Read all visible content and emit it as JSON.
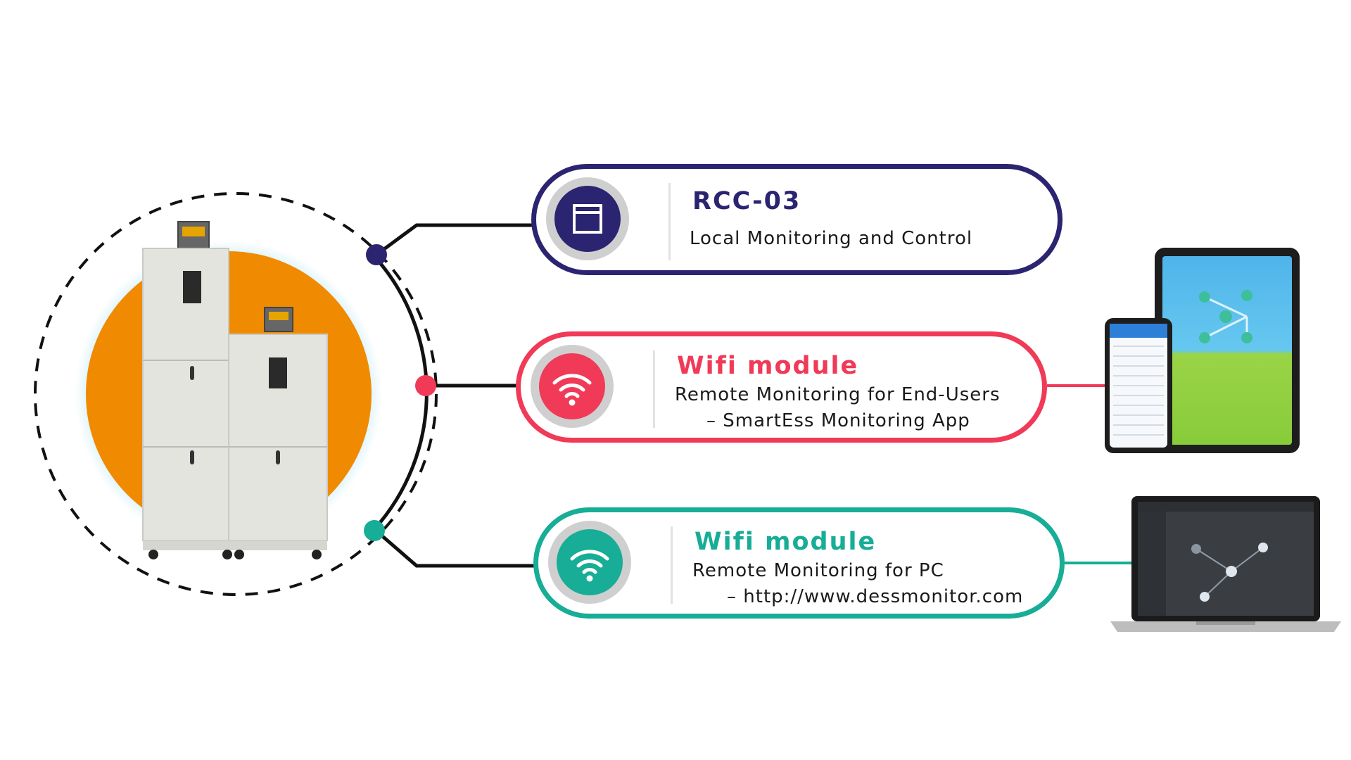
{
  "colors": {
    "navy": "#2b2470",
    "red": "#f03a57",
    "teal": "#17ad97",
    "orange": "#f08a00",
    "text": "#1a1a1a"
  },
  "device": {
    "icon": "battery-storage-cabinet-icon"
  },
  "cards": [
    {
      "title": "RCC-03",
      "lines": [
        "Local Monitoring and Control"
      ],
      "icon": "display-panel-icon"
    },
    {
      "title": "Wifi module",
      "lines": [
        "Remote Monitoring for End-Users",
        "– SmartEss Monitoring App"
      ],
      "icon": "wifi-icon"
    },
    {
      "title": "Wifi module",
      "lines": [
        "Remote Monitoring  for PC",
        "– http://www.dessmonitor.com"
      ],
      "icon": "wifi-icon"
    }
  ],
  "devices": {
    "mobile": "tablet-and-phone-icon",
    "pc": "laptop-icon"
  }
}
